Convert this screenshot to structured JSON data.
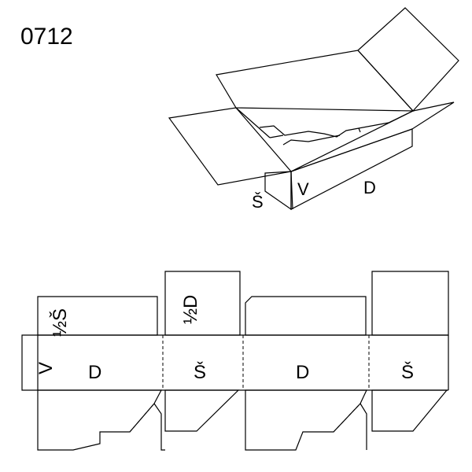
{
  "code": "0712",
  "box3d": {
    "label_width": "Š",
    "label_height": "V",
    "label_length": "D"
  },
  "net": {
    "glue_flap_label": "V",
    "half_width_label": "½Š",
    "half_length_label": "½D",
    "panels": [
      {
        "label": "D"
      },
      {
        "label": "Š"
      },
      {
        "label": "D"
      },
      {
        "label": "Š"
      }
    ]
  }
}
